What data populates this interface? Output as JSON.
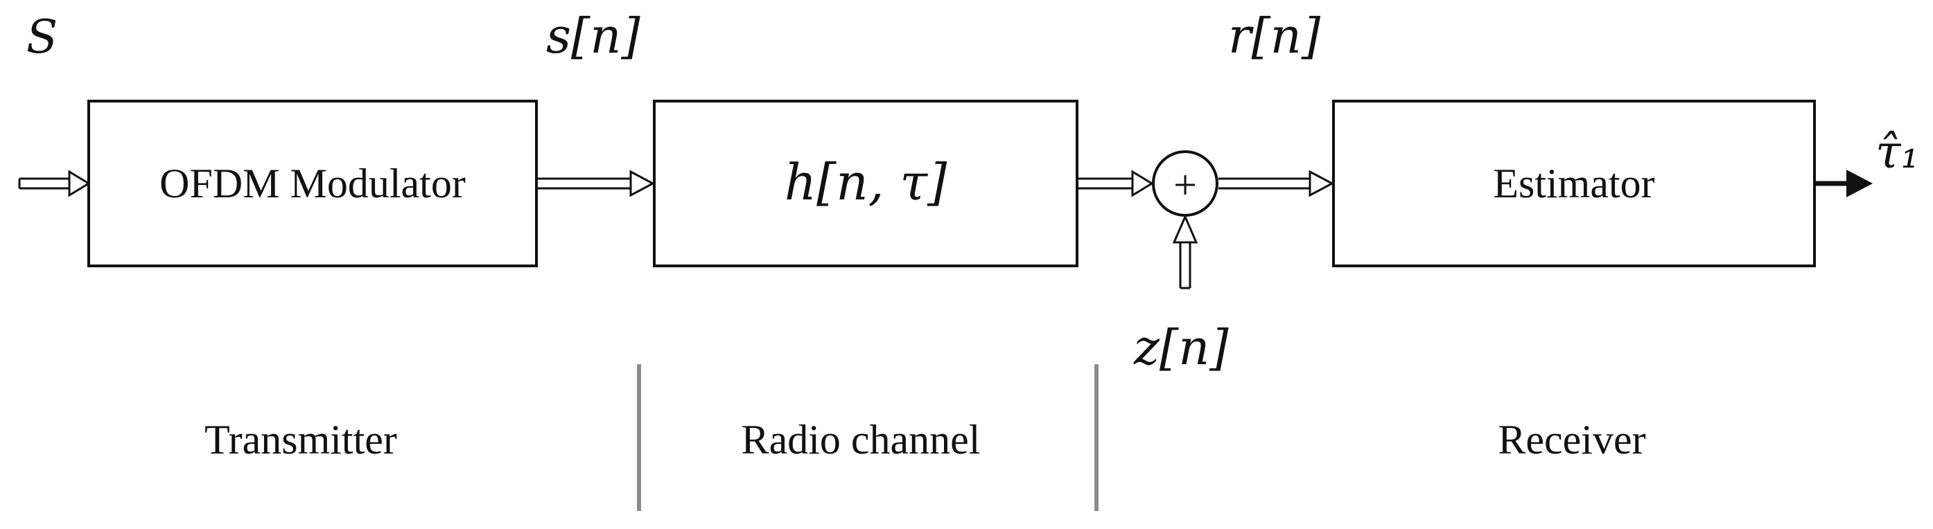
{
  "signals": {
    "input": "S",
    "tx_output": "s[n]",
    "rx_input": "r[n]",
    "noise": "z[n]",
    "estimate": "τ̂₁"
  },
  "blocks": {
    "modulator": "OFDM Modulator",
    "channel": "h[n, τ]",
    "estimator": "Estimator"
  },
  "adder": {
    "symbol": "+"
  },
  "sections": {
    "transmitter": "Transmitter",
    "radio_channel": "Radio channel",
    "receiver": "Receiver"
  },
  "colors": {
    "line": "#111111",
    "divider": "#8c8c8c",
    "background": "#ffffff"
  }
}
